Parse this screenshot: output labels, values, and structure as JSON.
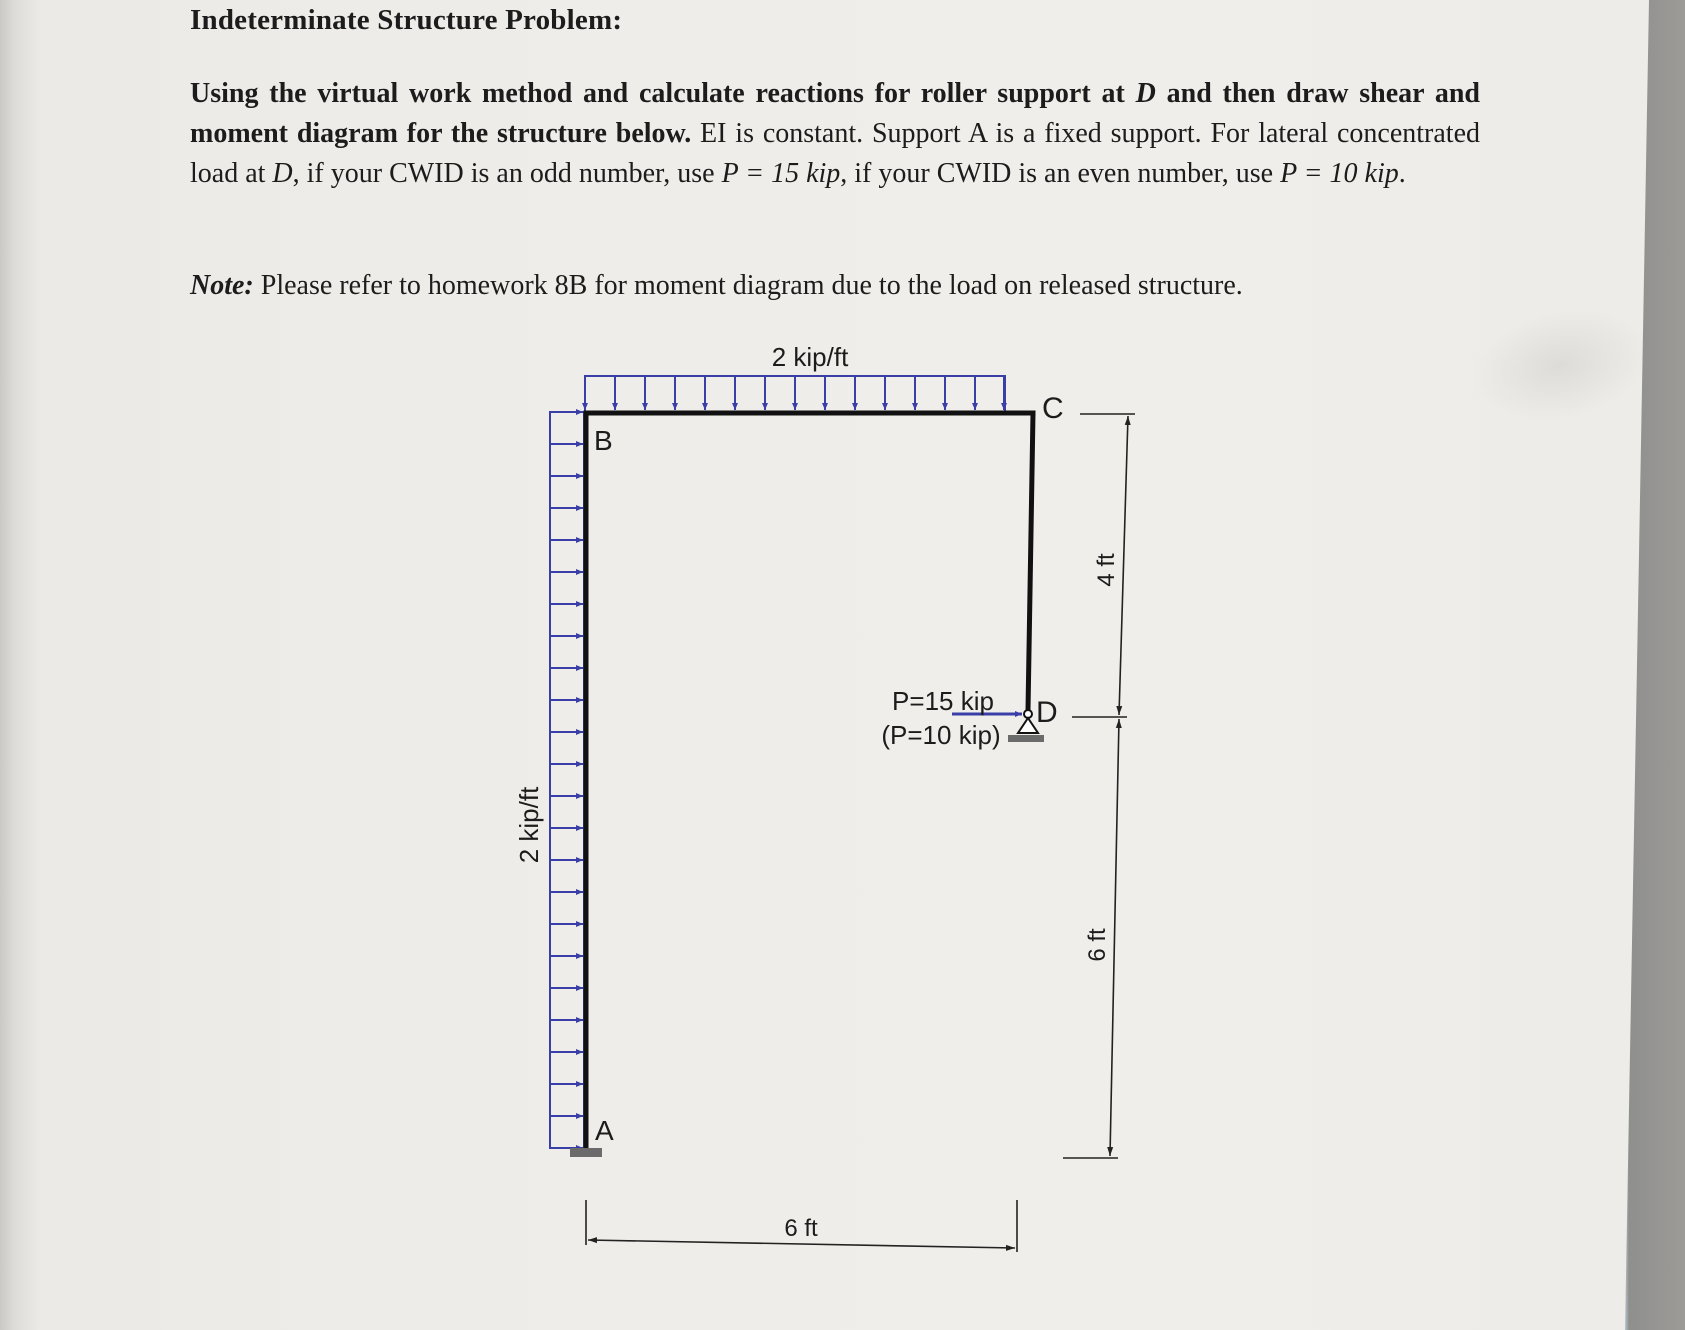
{
  "document": {
    "title": "Indeterminate Structure Problem:",
    "paragraph": {
      "part1_bold": "Using the virtual work method and calculate reactions for roller support at ",
      "part1_var": "D",
      "part2_bold": " and then draw shear and moment diagram for the structure below.",
      "part3": " EI is constant. Support A is a fixed support. For lateral concentrated load at ",
      "part3_var": "D",
      "part4": ", if your CWID is an odd number, use ",
      "eq1": "P = 15 kip",
      "part5": ", if your CWID is an even number, use ",
      "eq2": "P = 10 kip",
      "part6": "."
    },
    "note": {
      "label": "Note:",
      "text": " Please refer to homework 8B for moment diagram due to the load on released structure."
    }
  },
  "figure": {
    "top_load_label": "2 kip/ft",
    "left_load_label": "2 kip/ft",
    "node_labels": {
      "A": "A",
      "B": "B",
      "C": "C",
      "D": "D"
    },
    "point_load_label": "P=15 kip",
    "point_load_alt_label": "(P=10 kip)",
    "dim_horizontal": "6 ft",
    "dim_vertical_upper": "4 ft",
    "dim_vertical_lower": "6 ft",
    "colors": {
      "member": "#111111",
      "load": "#3a3fa8",
      "dimension": "#222222",
      "support": "#6b6b6b"
    }
  }
}
